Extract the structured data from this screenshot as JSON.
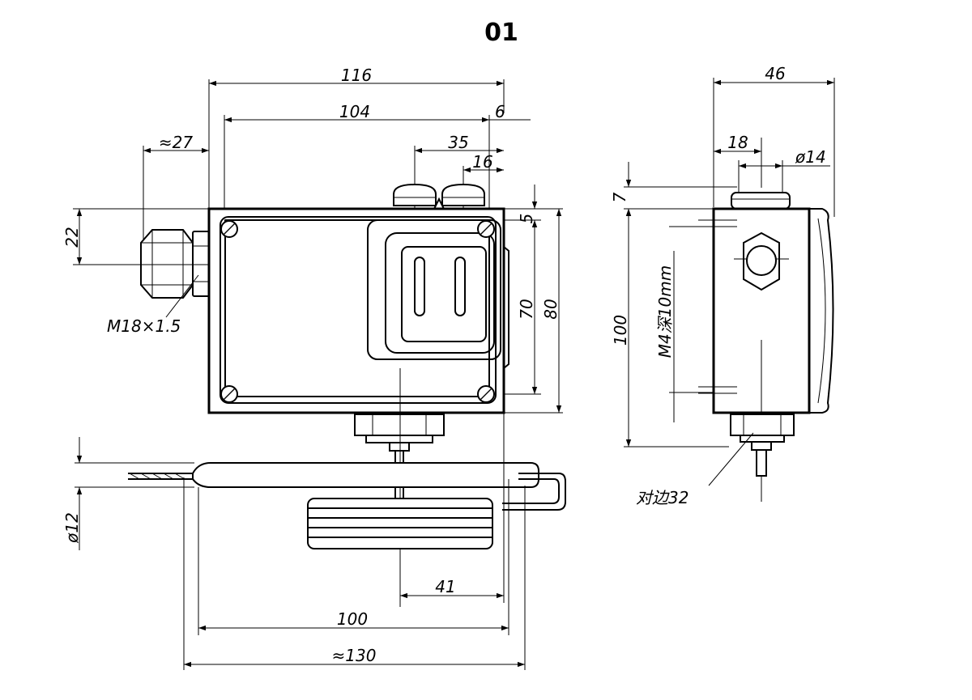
{
  "title": "01",
  "front_view": {
    "dim_116": "116",
    "dim_104": "104",
    "dim_6": "6",
    "dim_approx27": "≈27",
    "dim_35": "35",
    "dim_16": "16",
    "dim_22": "22",
    "dim_5": "5",
    "dim_70": "70",
    "dim_80": "80",
    "thread_label": "M18×1.5",
    "dim_diam12": "ø12",
    "dim_41": "41",
    "dim_100": "100",
    "dim_approx130": "≈130"
  },
  "side_view": {
    "dim_46": "46",
    "dim_18": "18",
    "dim_diam14": "ø14",
    "dim_7": "7",
    "dim_100": "100",
    "hole_label": "M4深10mm",
    "hex_label": "对边32"
  }
}
